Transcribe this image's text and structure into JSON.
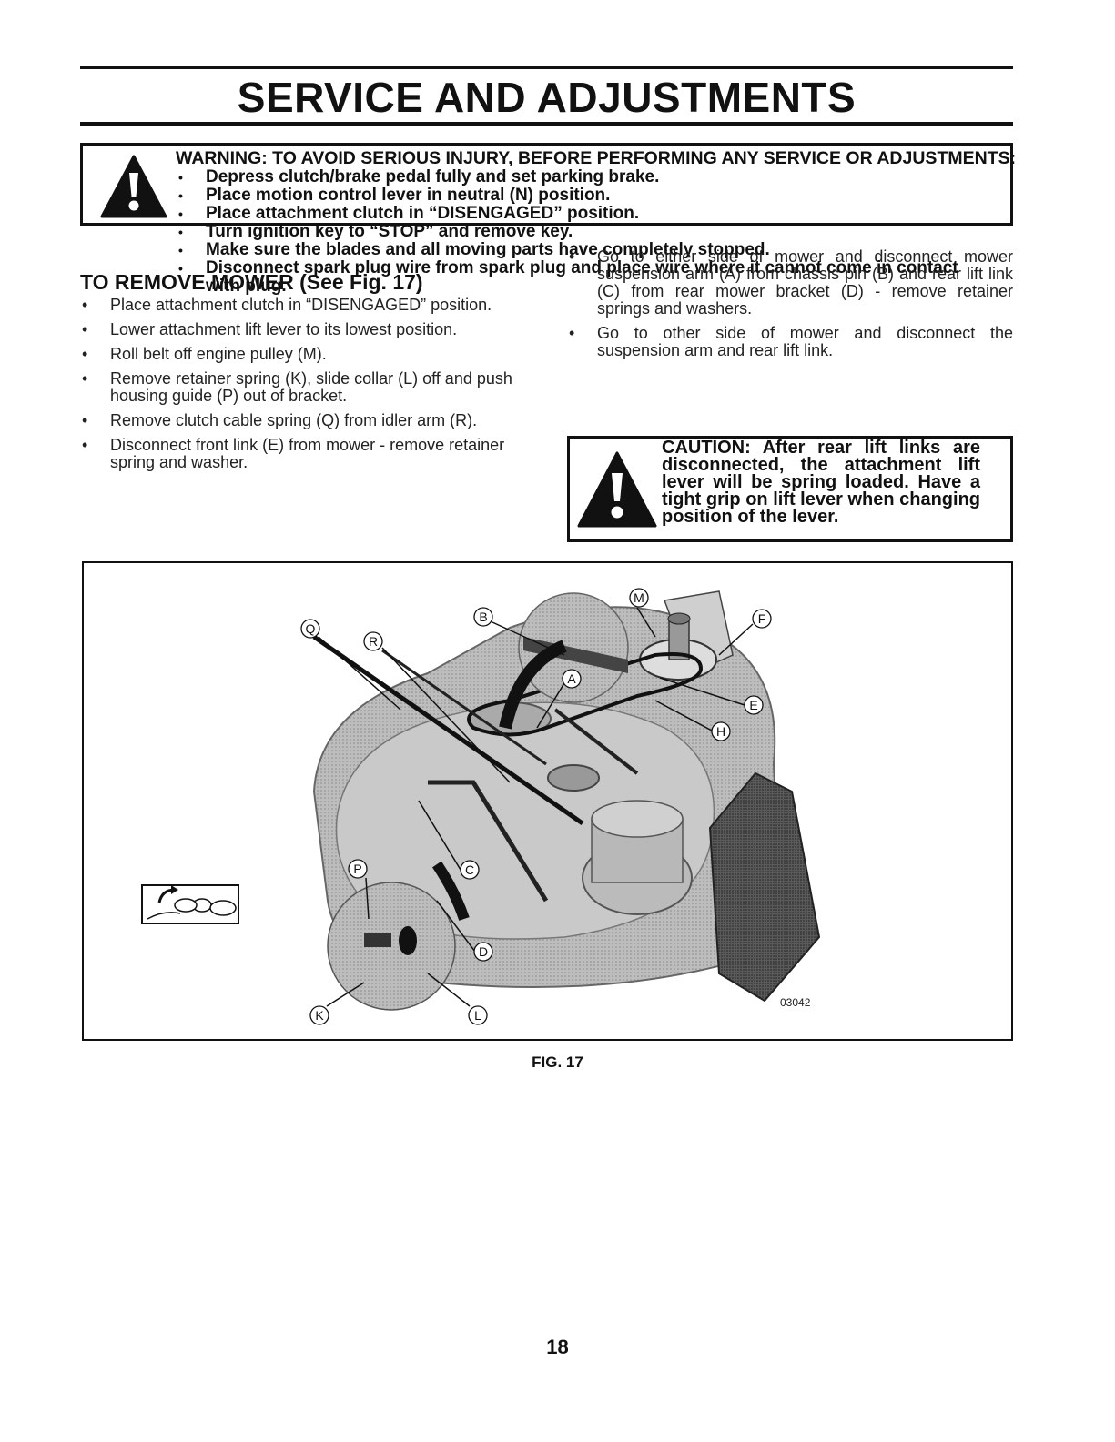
{
  "page": {
    "title": "SERVICE AND ADJUSTMENTS",
    "page_number": "18"
  },
  "warning": {
    "title": "WARNING: TO AVOID SERIOUS INJURY, BEFORE PERFORMING ANY SERVICE OR ADJUSTMENTS:",
    "items": [
      "Depress clutch/brake pedal fully and set parking brake.",
      "Place motion control lever in neutral (N) position.",
      "Place attachment clutch in “DISENGAGED” position.",
      "Turn ignition key to “STOP” and remove key.",
      "Make sure the blades and all moving parts have completely stopped.",
      "Disconnect spark plug wire from spark plug and place wire where it cannot come in contact with plug."
    ]
  },
  "remove_mower": {
    "heading": "TO REMOVE MOWER (See Fig. 17)",
    "steps_left": [
      "Place attachment clutch in “DISENGAGED” position.",
      "Lower attachment lift lever to its lowest position.",
      "Roll belt off engine pulley (M).",
      "Remove retainer spring (K), slide collar (L) off and push housing guide (P) out of bracket.",
      "Remove clutch cable spring (Q) from idler arm (R).",
      "Disconnect front link (E) from mower - remove retainer spring and washer."
    ],
    "steps_right": [
      "Go to either side of mower and disconnect mower suspension arm (A) from chassis pin (B) and rear lift link (C) from rear mower bracket (D) - remove retainer springs and washers.",
      "Go to other side of mower and disconnect the suspension arm and rear lift link."
    ]
  },
  "caution": {
    "text": "CAUTION: After rear lift links are disconnected, the attachment lift lever will be spring loaded. Have a tight grip on lift lever when changing position of the lever."
  },
  "figure": {
    "callouts": {
      "Q": "Q",
      "R": "R",
      "B": "B",
      "M": "M",
      "F": "F",
      "A": "A",
      "E": "E",
      "H": "H",
      "P": "P",
      "C": "C",
      "D": "D",
      "K": "K",
      "L": "L"
    },
    "code": "03042",
    "caption": "FIG. 17"
  }
}
